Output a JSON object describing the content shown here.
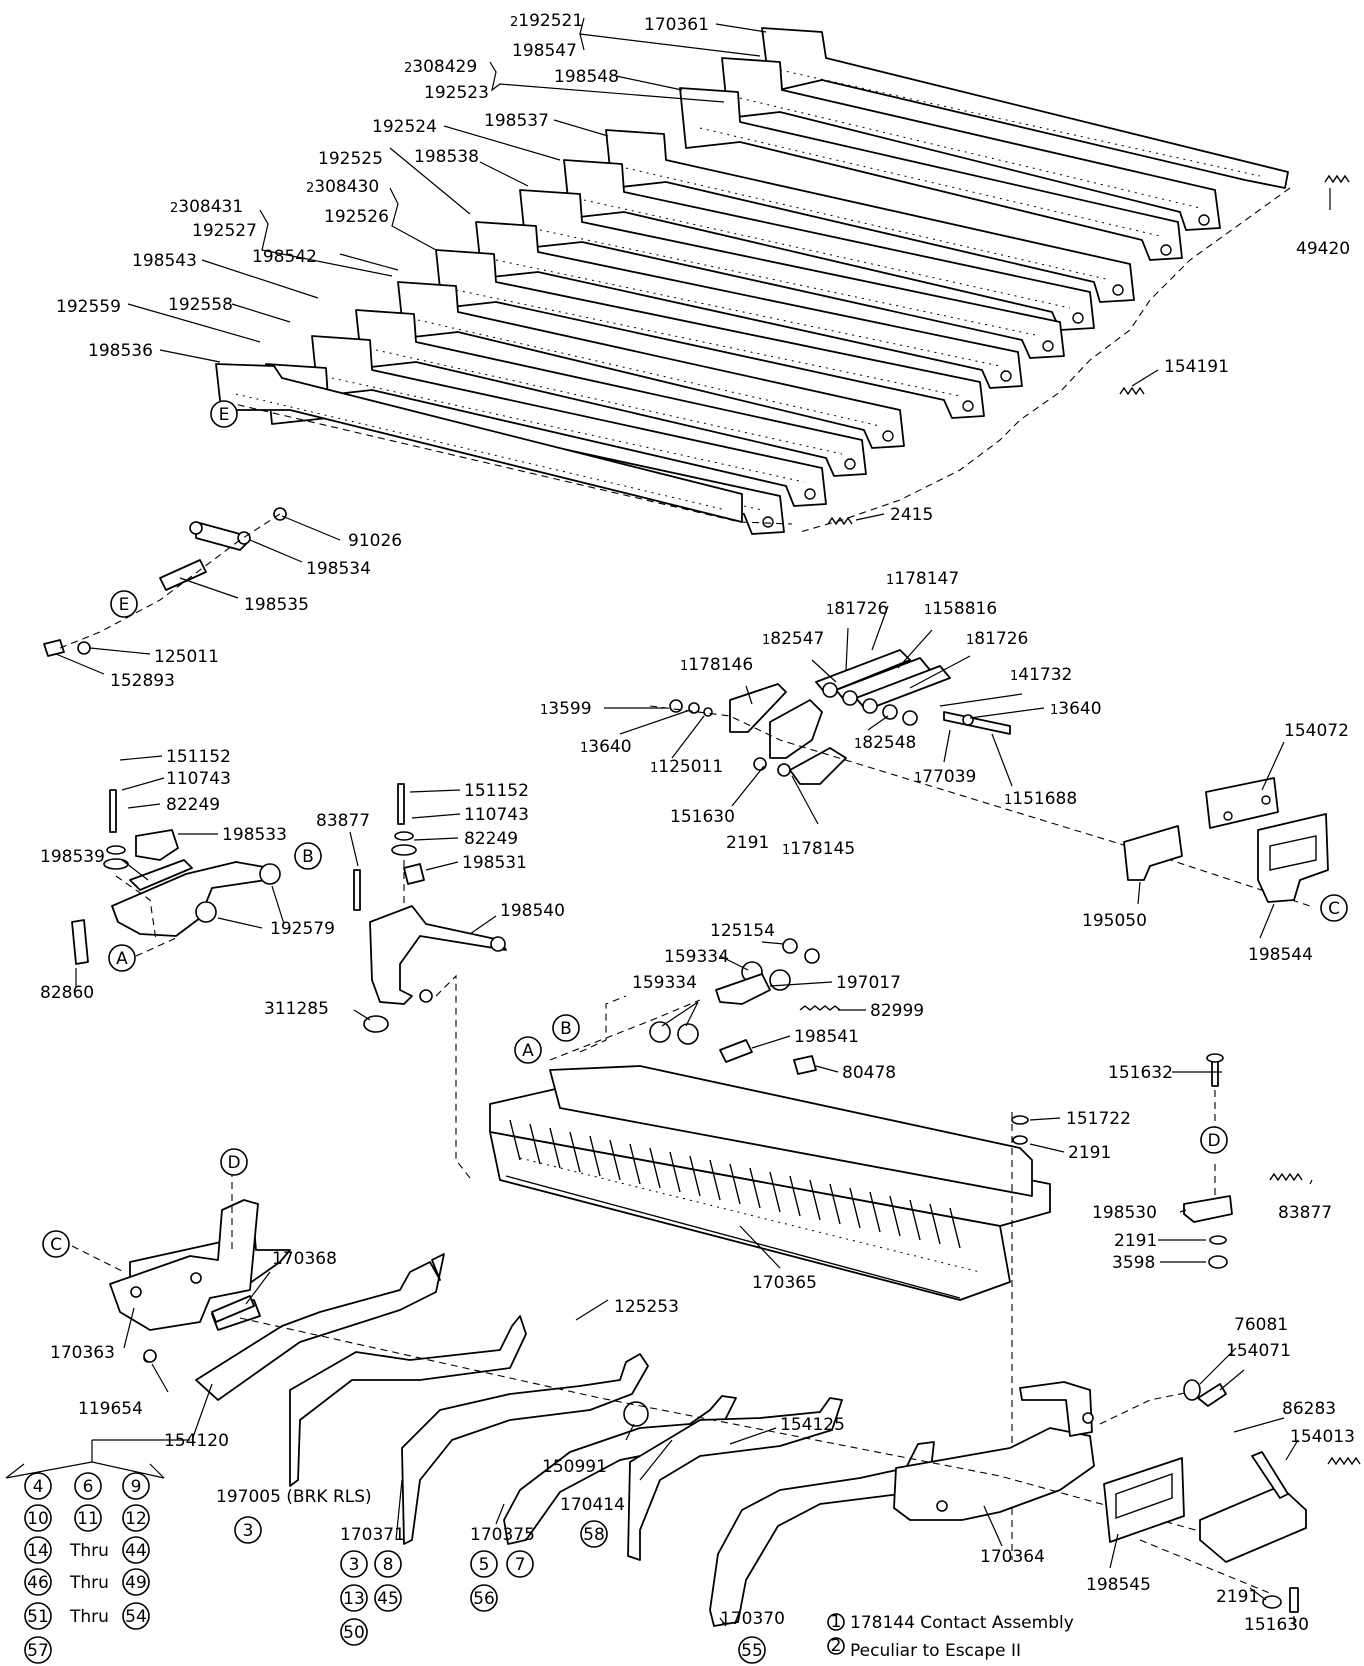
{
  "labels": [
    {
      "id": "p192521",
      "text": "192521",
      "mark": "2"
    },
    {
      "id": "p198547",
      "text": "198547"
    },
    {
      "id": "p170361",
      "text": "170361"
    },
    {
      "id": "p308429",
      "text": "308429",
      "mark": "2"
    },
    {
      "id": "p192523",
      "text": "192523"
    },
    {
      "id": "p198548",
      "text": "198548"
    },
    {
      "id": "p192524",
      "text": "192524"
    },
    {
      "id": "p198537",
      "text": "198537"
    },
    {
      "id": "p192525",
      "text": "192525"
    },
    {
      "id": "p198538",
      "text": "198538"
    },
    {
      "id": "p308430",
      "text": "308430",
      "mark": "2"
    },
    {
      "id": "p192526",
      "text": "192526"
    },
    {
      "id": "p308431",
      "text": "308431",
      "mark": "2"
    },
    {
      "id": "p192527",
      "text": "192527"
    },
    {
      "id": "p198542",
      "text": "198542"
    },
    {
      "id": "p198543",
      "text": "198543"
    },
    {
      "id": "p192559",
      "text": "192559"
    },
    {
      "id": "p192558",
      "text": "192558"
    },
    {
      "id": "p198536",
      "text": "198536"
    },
    {
      "id": "p49420",
      "text": "49420"
    },
    {
      "id": "p154191",
      "text": "154191"
    },
    {
      "id": "p2415",
      "text": "2415"
    },
    {
      "id": "p91026",
      "text": "91026"
    },
    {
      "id": "p198534",
      "text": "198534"
    },
    {
      "id": "p198535",
      "text": "198535"
    },
    {
      "id": "p125011a",
      "text": "125011"
    },
    {
      "id": "p152893",
      "text": "152893"
    },
    {
      "id": "p178147",
      "text": "178147",
      "mark": "1"
    },
    {
      "id": "p81726a",
      "text": "81726",
      "mark": "1"
    },
    {
      "id": "p158816",
      "text": "158816",
      "mark": "1"
    },
    {
      "id": "p82547",
      "text": "82547",
      "mark": "1"
    },
    {
      "id": "p81726b",
      "text": "81726",
      "mark": "1"
    },
    {
      "id": "p178146",
      "text": "178146",
      "mark": "1"
    },
    {
      "id": "p41732",
      "text": "41732",
      "mark": "1"
    },
    {
      "id": "p3599",
      "text": "3599",
      "mark": "1"
    },
    {
      "id": "p3640a",
      "text": "3640",
      "mark": "1"
    },
    {
      "id": "p3640b",
      "text": "3640",
      "mark": "1"
    },
    {
      "id": "p82548",
      "text": "82548",
      "mark": "1"
    },
    {
      "id": "p125011b",
      "text": "125011",
      "mark": "1"
    },
    {
      "id": "p77039",
      "text": "77039",
      "mark": "1"
    },
    {
      "id": "p151688",
      "text": "151688",
      "mark": "1"
    },
    {
      "id": "p151630a",
      "text": "151630"
    },
    {
      "id": "p2191a",
      "text": "2191"
    },
    {
      "id": "p178145",
      "text": "178145",
      "mark": "1"
    },
    {
      "id": "p154072",
      "text": "154072"
    },
    {
      "id": "p195050",
      "text": "195050"
    },
    {
      "id": "p198544",
      "text": "198544"
    },
    {
      "id": "p151152a",
      "text": "151152"
    },
    {
      "id": "p110743a",
      "text": "110743"
    },
    {
      "id": "p82249a",
      "text": "82249"
    },
    {
      "id": "p198533",
      "text": "198533"
    },
    {
      "id": "p198539",
      "text": "198539"
    },
    {
      "id": "p192579",
      "text": "192579"
    },
    {
      "id": "p82860",
      "text": "82860"
    },
    {
      "id": "p151152b",
      "text": "151152"
    },
    {
      "id": "p110743b",
      "text": "110743"
    },
    {
      "id": "p82249b",
      "text": "82249"
    },
    {
      "id": "p83877a",
      "text": "83877"
    },
    {
      "id": "p198531",
      "text": "198531"
    },
    {
      "id": "p198540",
      "text": "198540"
    },
    {
      "id": "p311285",
      "text": "311285"
    },
    {
      "id": "p125154",
      "text": "125154"
    },
    {
      "id": "p159334a",
      "text": "159334"
    },
    {
      "id": "p159334b",
      "text": "159334"
    },
    {
      "id": "p197017",
      "text": "197017"
    },
    {
      "id": "p82999",
      "text": "82999"
    },
    {
      "id": "p198541",
      "text": "198541"
    },
    {
      "id": "p80478",
      "text": "80478"
    },
    {
      "id": "p151632",
      "text": "151632"
    },
    {
      "id": "p151722",
      "text": "151722"
    },
    {
      "id": "p2191b",
      "text": "2191"
    },
    {
      "id": "p198530",
      "text": "198530"
    },
    {
      "id": "p83877b",
      "text": "83877"
    },
    {
      "id": "p2191c",
      "text": "2191"
    },
    {
      "id": "p3598",
      "text": "3598"
    },
    {
      "id": "p170365",
      "text": "170365"
    },
    {
      "id": "p170368",
      "text": "170368"
    },
    {
      "id": "p170363",
      "text": "170363"
    },
    {
      "id": "p119654",
      "text": "119654"
    },
    {
      "id": "p125253",
      "text": "125253"
    },
    {
      "id": "p154120",
      "text": "154120"
    },
    {
      "id": "p154125",
      "text": "154125"
    },
    {
      "id": "p150991",
      "text": "150991"
    },
    {
      "id": "p170414",
      "text": "170414"
    },
    {
      "id": "p197005",
      "text": "197005 (BRK RLS)"
    },
    {
      "id": "p170371",
      "text": "170371"
    },
    {
      "id": "p170375",
      "text": "170375"
    },
    {
      "id": "p76081",
      "text": "76081"
    },
    {
      "id": "p154071",
      "text": "154071"
    },
    {
      "id": "p86283",
      "text": "86283"
    },
    {
      "id": "p154013",
      "text": "154013"
    },
    {
      "id": "p170364",
      "text": "170364"
    },
    {
      "id": "p198545",
      "text": "198545"
    },
    {
      "id": "p2191d",
      "text": "2191"
    },
    {
      "id": "p151630b",
      "text": "151630"
    },
    {
      "id": "p170370",
      "text": "170370"
    }
  ],
  "ref_letters": [
    "E",
    "E",
    "B",
    "A",
    "B",
    "A",
    "C",
    "D",
    "D",
    "C"
  ],
  "key_numbers": {
    "p154120": [
      "4",
      "6",
      "9",
      "10",
      "11",
      "12",
      "14",
      "Thru",
      "44",
      "46",
      "Thru",
      "49",
      "51",
      "Thru",
      "54",
      "57"
    ],
    "p197005": [
      "3"
    ],
    "p170371": [
      "3",
      "8",
      "13",
      "45",
      "50"
    ],
    "p170375": [
      "5",
      "7",
      "56"
    ],
    "p170414": [
      "58"
    ],
    "p170370": [
      "55"
    ]
  },
  "legend": [
    {
      "mark": "1",
      "text": "178144 Contact Assembly"
    },
    {
      "mark": "2",
      "text": "Peculiar to Escape II"
    }
  ]
}
